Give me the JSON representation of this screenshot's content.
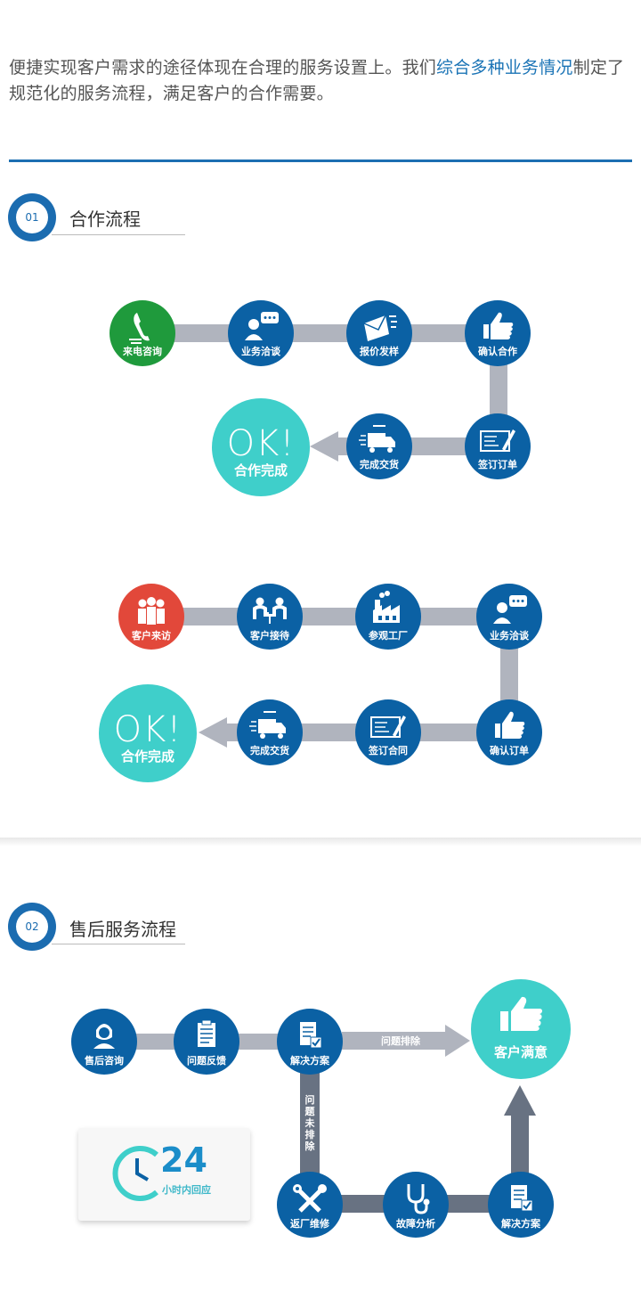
{
  "intro": {
    "part1": "便捷实现客户需求的途径体现在合理的服务设置上。我们",
    "highlight": "综合多种业务情况",
    "part2": "制定了规范化的服务流程，满足客户的合作需要。"
  },
  "section1": {
    "number": "01",
    "title": "合作流程"
  },
  "flow1": {
    "nodes": [
      "来电咨询",
      "业务洽谈",
      "报价发样",
      "确认合作",
      "签订订单",
      "完成交货"
    ],
    "ok_big": "OK!",
    "ok_sub": "合作完成"
  },
  "flow2": {
    "nodes": [
      "客户来访",
      "客户接待",
      "参观工厂",
      "业务洽谈",
      "确认订单",
      "签订合同",
      "完成交货"
    ],
    "ok_big": "OK!",
    "ok_sub": "合作完成"
  },
  "section2": {
    "number": "02",
    "title": "售后服务流程"
  },
  "flow3": {
    "nodes": [
      "售后咨询",
      "问题反馈",
      "解决方案",
      "返厂维修",
      "故障分析",
      "解决方案"
    ],
    "resolved_label": "问题排除",
    "unresolved_label": "问题未排除",
    "satisfied": "客户满意",
    "badge_number": "24",
    "badge_text": "小时内回应"
  },
  "colors": {
    "blue": "#0b61a4",
    "green": "#1f9a3c",
    "red": "#e2483a",
    "teal": "#3fcfca",
    "bar": "#b0b4be",
    "bar_dark": "#687282"
  }
}
